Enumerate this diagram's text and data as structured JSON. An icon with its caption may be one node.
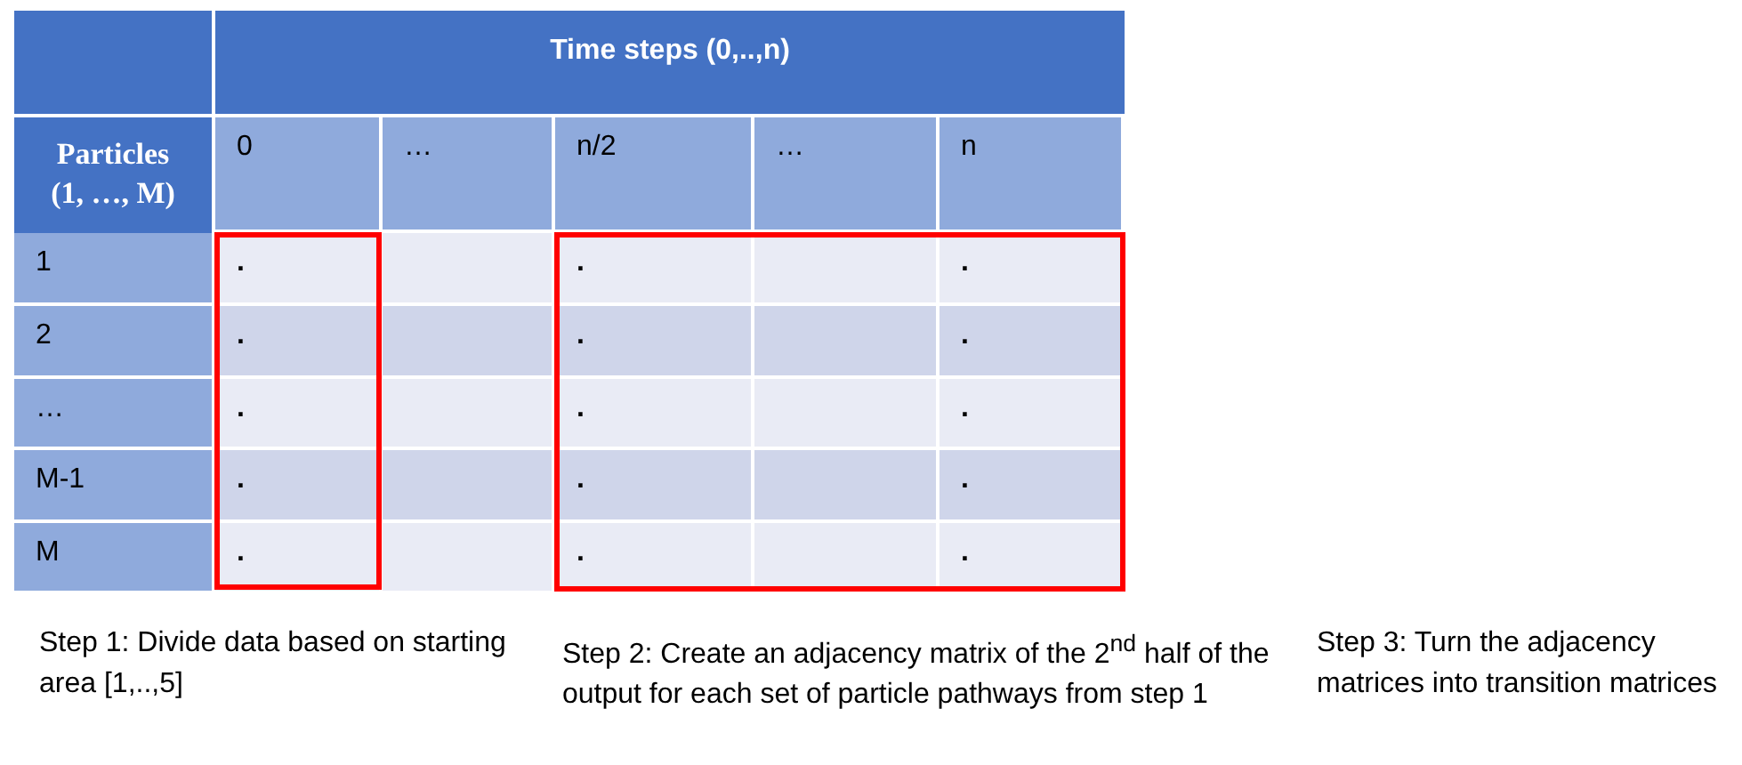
{
  "diagram": {
    "labels": [
      "Time steps (0,..,n)",
      "Particles (1, …, M)",
      "0",
      "…",
      "n/2",
      "…",
      "n",
      "1",
      ".",
      ".",
      ".",
      "2",
      ".",
      ".",
      ".",
      "…",
      ".",
      ".",
      ".",
      "M-1",
      ".",
      ".",
      ".",
      "M",
      ".",
      ".",
      ".",
      "Step 1: Divide data based on starting area [1,..,5]",
      "Step 2: Create an adjacency matrix of the 2$^{nd}$ half of the output for each set of particle pathways from step 1",
      "Step 3: Turn the adjacency matrices into transition matrices"
    ]
  }
}
